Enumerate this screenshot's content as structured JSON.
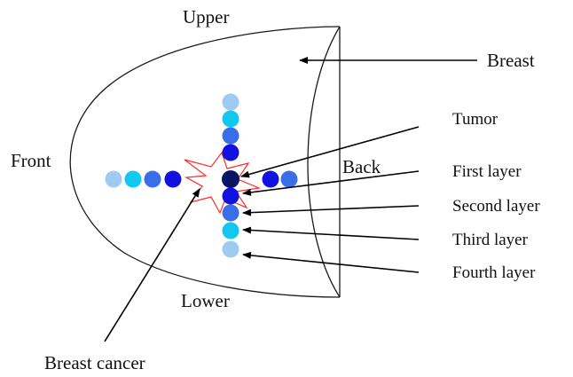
{
  "labels": {
    "upper": "Upper",
    "lower": "Lower",
    "front": "Front",
    "back": "Back",
    "breast": "Breast",
    "tumor": "Tumor",
    "first_layer": "First layer",
    "second_layer": "Second layer",
    "third_layer": "Third layer",
    "fourth_layer": "Fourth layer",
    "breast_cancer": "Breast cancer"
  },
  "colors": {
    "tumor": "#0a1466",
    "first_layer": "#1212e0",
    "second_layer": "#3a6ee8",
    "third_layer": "#12c8f0",
    "fourth_layer": "#9fcaf2",
    "cancer_outline": "#ff2a2a",
    "outline": "#1a1a1a"
  }
}
